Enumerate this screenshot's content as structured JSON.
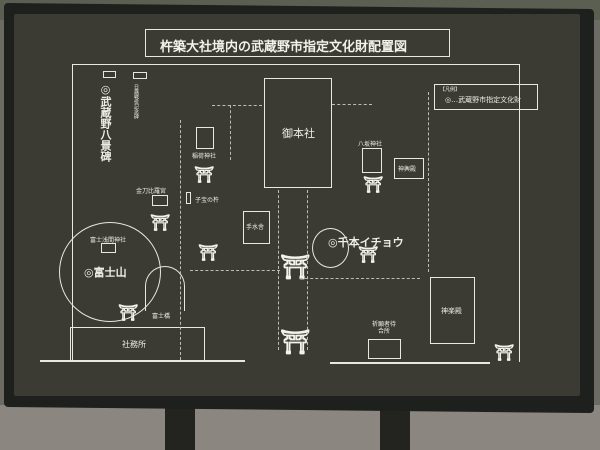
{
  "title": "杵築大社境内の武蔵野市指定文化財配置図",
  "legend": {
    "heading": "【凡例】",
    "entry": "◎…武蔵野市指定文化財"
  },
  "labels": {
    "hakkei": "◎武蔵野八景碑",
    "nichiro": "日露戦役記念碑",
    "honsha": "御本社",
    "inari": "稲荷神社",
    "yasaka": "八坂神社",
    "mikoshi": "神輿殿",
    "konpira": "金刀比羅宮",
    "kodakara": "子宝の杵",
    "temizuya": "手水舎",
    "icho": "◎千本イチョウ",
    "sengen": "富士浅間神社",
    "fujisan": "◎富士山",
    "fujibashi": "富士橋",
    "shamusho": "社務所",
    "kigansha": "祈願者待合所",
    "kagura": "神楽殿"
  },
  "torii_glyph": "鳥居",
  "colors": {
    "board": "#3b3a33",
    "line": "#e8e8e0"
  }
}
